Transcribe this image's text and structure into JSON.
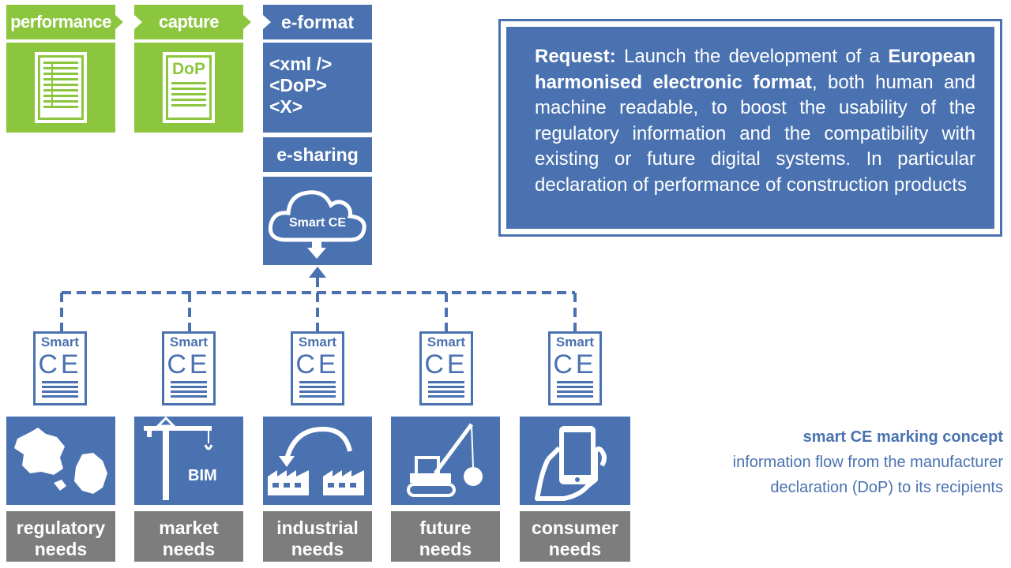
{
  "top_labels": {
    "performance": "performance",
    "capture": "capture",
    "eformat": "e-format",
    "esharing": "e-sharing"
  },
  "capture_doc_label": "DoP",
  "eformat_lines": [
    "<xml />",
    "<DoP>",
    "<X>"
  ],
  "cloud_label": "Smart CE",
  "request": {
    "lead": "Request:",
    "text_1": " Launch the development of a ",
    "bold": "European harmonised electronic format",
    "text_2": ", both human and machine readable, to boost the usability of the regulatory information and the compatibility with existing or future digital systems. In particular declaration of performance of construction products"
  },
  "smart_doc": {
    "smart": "Smart",
    "ce": "CE"
  },
  "needs": [
    {
      "line1": "regulatory",
      "line2": "needs",
      "icon": "map-icon"
    },
    {
      "line1": "market",
      "line2": "needs",
      "icon": "crane-icon",
      "icon_text": "BIM"
    },
    {
      "line1": "industrial",
      "line2": "needs",
      "icon": "factory-cycle-icon"
    },
    {
      "line1": "future",
      "line2": "needs",
      "icon": "excavator-icon"
    },
    {
      "line1": "consumer",
      "line2": "needs",
      "icon": "phone-hand-icon"
    }
  ],
  "caption": {
    "title": "smart CE marking concept",
    "line2": "information flow from the manufacturer",
    "line3": "declaration (DoP) to its recipients"
  },
  "colors": {
    "green": "#8cc63f",
    "blue": "#4a72b0",
    "gray": "#7d7d7d"
  }
}
